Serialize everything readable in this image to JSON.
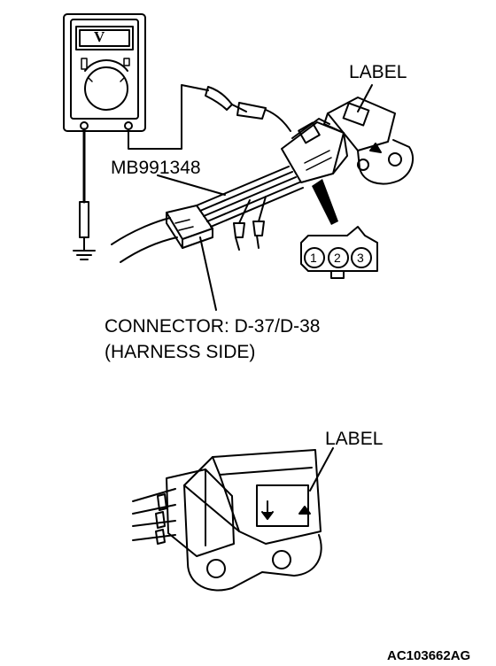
{
  "top_figure": {
    "meter_display": "V",
    "label_text": "LABEL",
    "tool_text": "MB991348",
    "connector_line1": "CONNECTOR: D-37/D-38",
    "connector_line2": "(HARNESS SIDE)",
    "pin_1": "1",
    "pin_2": "2",
    "pin_3": "3"
  },
  "bottom_figure": {
    "label_text": "LABEL"
  },
  "figure_code": "AC103662AG"
}
